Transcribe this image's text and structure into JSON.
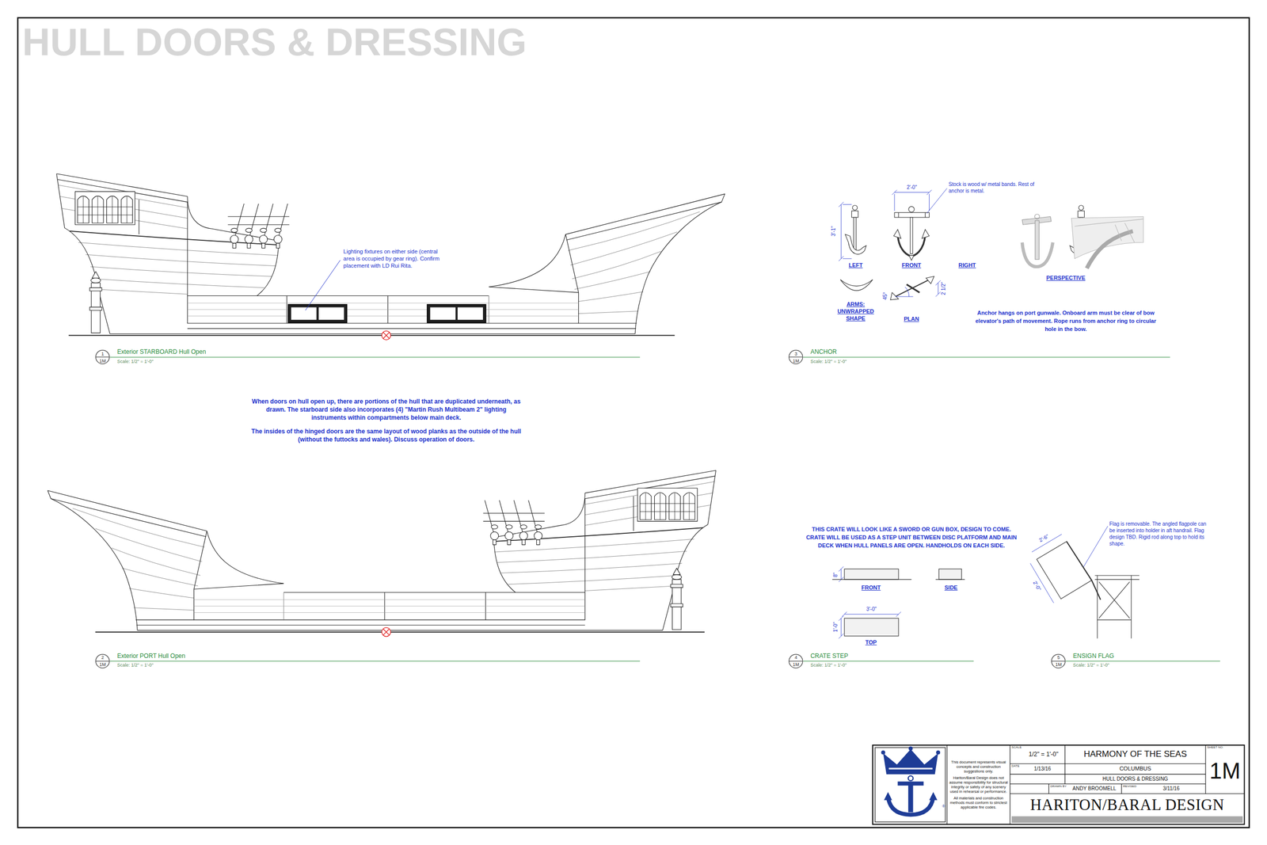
{
  "diagram": {
    "title": "HULL DOORS & DRESSING",
    "nodes": [
      {
        "text": [
          "1",
          "1M"
        ]
      },
      {
        "text": [
          "2",
          "1M"
        ]
      },
      {
        "text": [
          "3",
          "1M"
        ]
      },
      {
        "text": [
          "4",
          "1M"
        ]
      },
      {
        "text": [
          "5",
          "1M"
        ]
      },
      {
        "text": [
          "This document represents visual concepts and construction suggestions only.",
          "Hariton/Baral Design does not assume responsibility for structural integrity or safety of any scenery used in rehearsal or performance.",
          "All materials and construction methods must conform to strictest applicable fire codes."
        ]
      },
      {
        "text": [
          "SCALE",
          "1/2\" = 1'-0\""
        ]
      },
      {
        "text": [
          "DATE",
          "1/13/16"
        ]
      },
      {
        "text": [
          "HARMONY OF THE SEAS"
        ]
      },
      {
        "text": [
          "COLUMBUS"
        ]
      },
      {
        "text": [
          "HULL DOORS & DRESSING"
        ]
      },
      {
        "text": [
          "DRAWN BY",
          "ANDY BROOMELL"
        ]
      },
      {
        "text": [
          "REVISED",
          "3/11/16"
        ]
      },
      {
        "text": [
          "HARITON/BARAL DESIGN"
        ]
      },
      {
        "text": [
          "SHEET NO.",
          "1M"
        ]
      }
    ],
    "labels": [
      "Lighting fixtures on either side (central area is occupied by gear ring). Confirm placement with LD Rui Rita.",
      "Exterior STARBOARD Hull Open",
      "Scale: 1/2\" = 1'-0\"",
      "When doors on hull open up, there are portions of the hull that are duplicated underneath, as drawn. The starboard side also incorporates (4) \"Martin Rush Multibeam 2\" lighting instruments within compartments below main deck.",
      "The insides of the hinged doors are the same layout of wood planks as the outside of the hull (without the futtocks and wales). Discuss operation of doors.",
      "Exterior PORT Hull Open",
      "Scale: 1/2\" = 1'-0\"",
      "2'-0\"",
      "Stock is wood w/ metal bands. Rest of anchor is metal.",
      "3'-1\"",
      "LEFT",
      "FRONT",
      "RIGHT",
      "PERSPECTIVE",
      "ARMS: UNWRAPPED SHAPE",
      "PLAN",
      "45°",
      "2 1/2\"",
      "Anchor hangs on port gunwale. Onboard arm must be clear of bow elevator's path of movement. Rope runs from anchor ring to circular hole in the bow.",
      "ANCHOR",
      "Scale: 1/2\" = 1'-0\"",
      "THIS CRATE WILL LOOK LIKE A SWORD OR GUN BOX, DESIGN TO COME. CRATE WILL BE USED AS A STEP UNIT BETWEEN DISC PLATFORM AND MAIN DECK WHEN HULL PANELS ARE OPEN. HANDHOLDS ON EACH SIDE.",
      "8\"",
      "FRONT",
      "SIDE",
      "3'-0\"",
      "1'-0\"",
      "TOP",
      "CRATE STEP",
      "Scale: 1/2\" = 1'-0\"",
      "2'-6\"",
      "2'-0\"",
      "Flag is removable. The angled flagpole can be inserted into holder in aft handrail. Flag design TBD. Rigid rod along top to hold its shape.",
      "ENSIGN FLAG",
      "Scale: 1/2\" = 1'-0\"",
      "®"
    ]
  }
}
